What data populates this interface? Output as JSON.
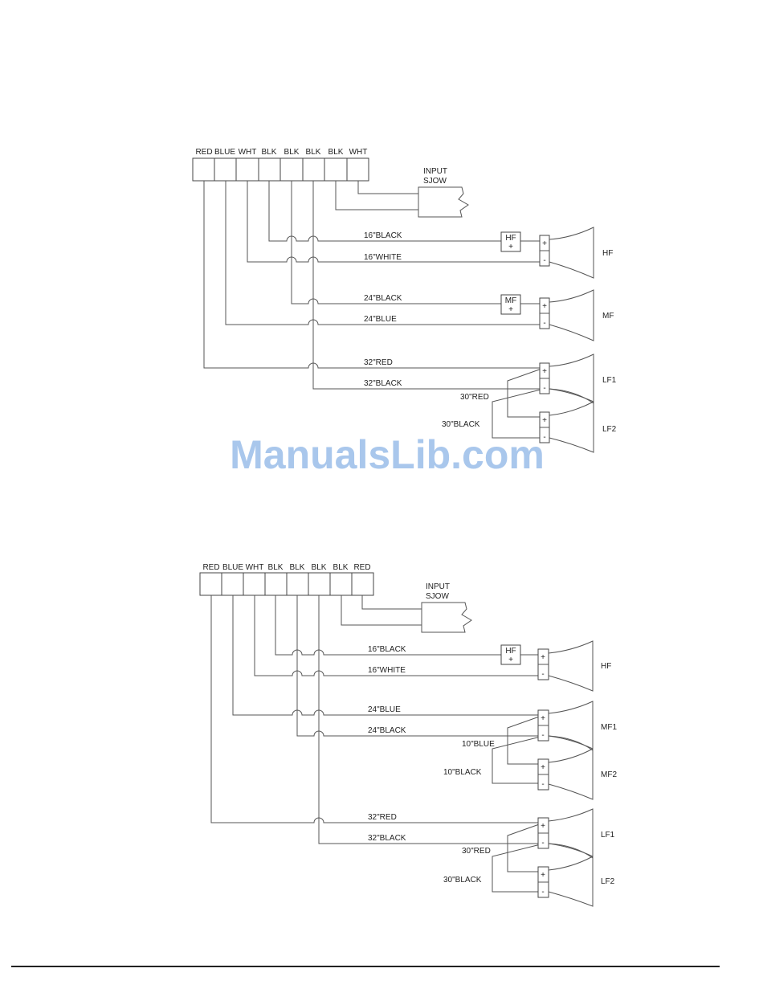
{
  "watermark": "ManualsLib.com",
  "diagram1": {
    "terminals": [
      "RED",
      "BLUE",
      "WHT",
      "BLK",
      "BLK",
      "BLK",
      "BLK",
      "WHT"
    ],
    "input": [
      "INPUT",
      "SJOW"
    ],
    "wires": [
      "16\"BLACK",
      "16\"WHITE",
      "24\"BLACK",
      "24\"BLUE",
      "32\"RED",
      "32\"BLACK",
      "30\"RED",
      "30\"BLACK"
    ],
    "blocks": [
      [
        "HF",
        "+"
      ],
      [
        "MF",
        "+"
      ]
    ],
    "drivers": [
      "HF",
      "MF",
      "LF1",
      "LF2"
    ],
    "pol": [
      "+",
      "-"
    ]
  },
  "diagram2": {
    "terminals": [
      "RED",
      "BLUE",
      "WHT",
      "BLK",
      "BLK",
      "BLK",
      "BLK",
      "RED"
    ],
    "input": [
      "INPUT",
      "SJOW"
    ],
    "wires": [
      "16\"BLACK",
      "16\"WHITE",
      "24\"BLUE",
      "24\"BLACK",
      "10\"BLUE",
      "10\"BLACK",
      "32\"RED",
      "32\"BLACK",
      "30\"RED",
      "30\"BLACK"
    ],
    "blocks": [
      [
        "HF",
        "+"
      ]
    ],
    "drivers": [
      "HF",
      "MF1",
      "MF2",
      "LF1",
      "LF2"
    ],
    "pol": [
      "+",
      "-"
    ]
  }
}
